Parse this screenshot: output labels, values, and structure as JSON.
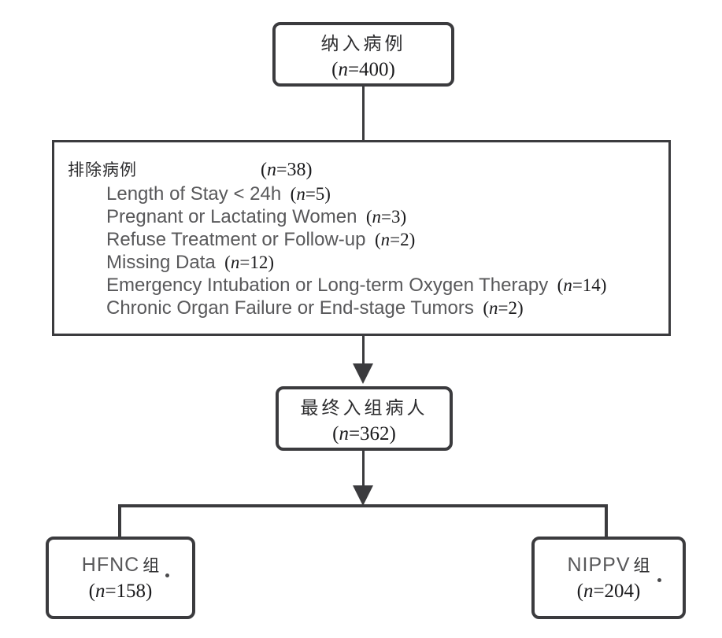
{
  "figure": {
    "background": "#ffffff",
    "line_color": "#3b3b3e",
    "boxes": {
      "included": {
        "title": "纳入病例",
        "n_text": "(n=400)"
      },
      "excluded": {
        "title": "排除病例",
        "n_text": "(n=38)",
        "items": [
          {
            "label": "Length of Stay < 24h",
            "n_text": "(n=5)"
          },
          {
            "label": "Pregnant or Lactating Women",
            "n_text": "(n=3)"
          },
          {
            "label": "Refuse Treatment or Follow-up",
            "n_text": "(n=2)"
          },
          {
            "label": "Missing Data",
            "n_text": "(n=12)"
          },
          {
            "label": "Emergency Intubation or Long-term Oxygen Therapy",
            "n_text": "(n=14)"
          },
          {
            "label": "Chronic Organ Failure or End-stage Tumors",
            "n_text": "(n=2)"
          }
        ]
      },
      "enrolled": {
        "title": "最终入组病人",
        "n_text": "(n=362)"
      },
      "group_hfnc": {
        "title_en": "HFNC",
        "title_cn": "组",
        "n_text": "(n=158)"
      },
      "group_nippv": {
        "title_en": "NIPPV",
        "title_cn": "组",
        "n_text": "(n=204)"
      }
    }
  }
}
